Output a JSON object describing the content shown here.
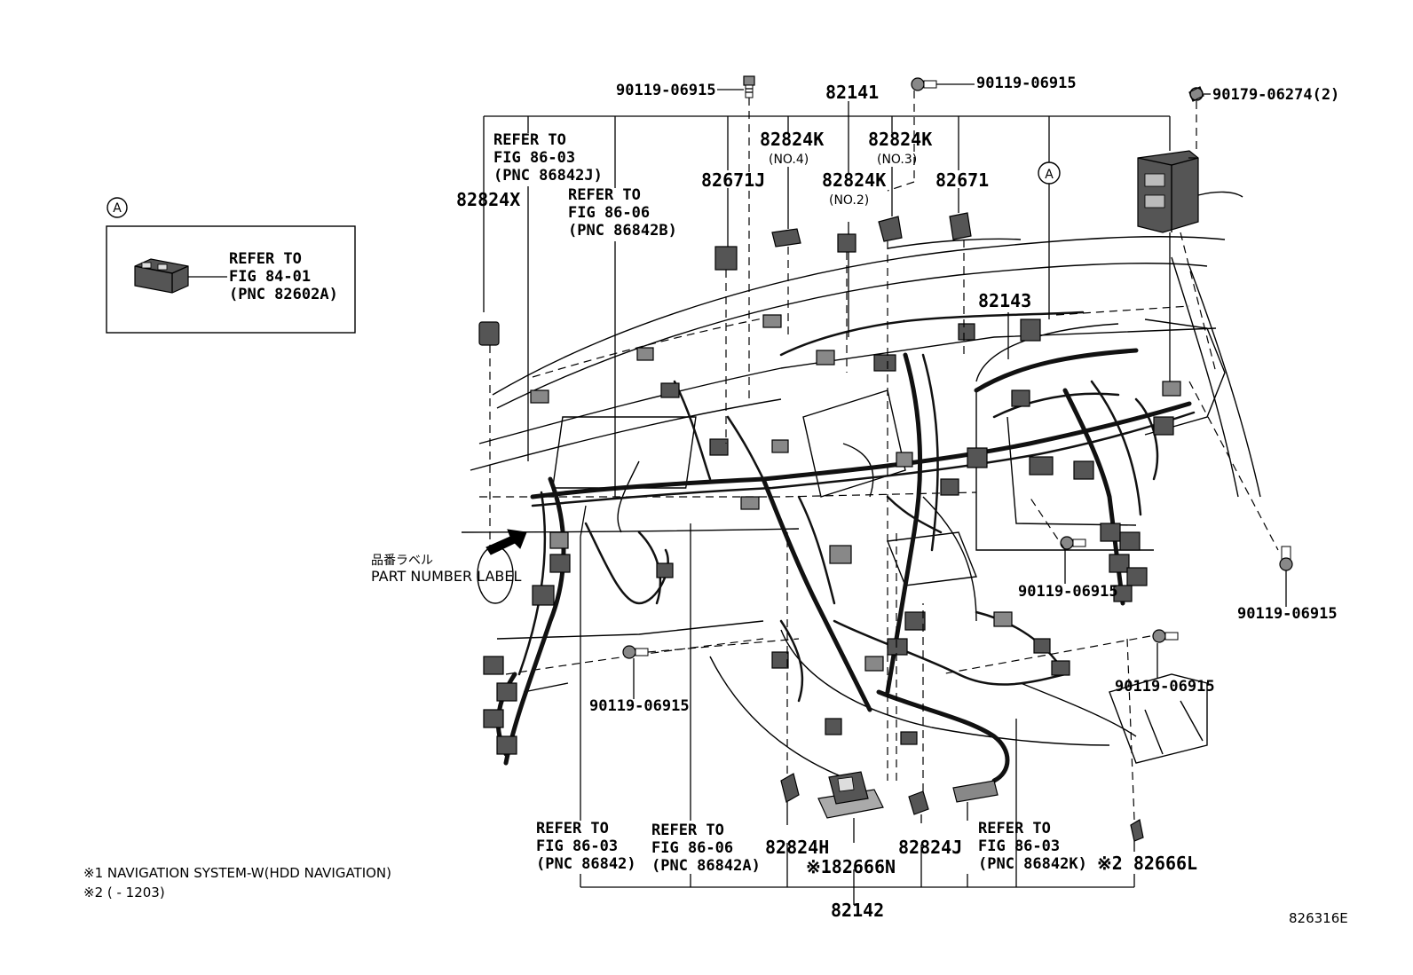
{
  "labels": {
    "bolt_top_left": "90119-06915",
    "main_82141": "82141",
    "bolt_top_mid": "90119-06915",
    "clip_top_right": "90179-06274(2)",
    "refer_j_line1": "REFER TO",
    "refer_j_line2": "FIG 86-03",
    "refer_j_line3": "(PNC 86842J)",
    "part_82824x": "82824X",
    "refer_b_line1": "REFER TO",
    "refer_b_line2": "FIG 86-06",
    "refer_b_line3": "(PNC 86842B)",
    "part_82824k_no4": "82824K",
    "note_no4": "(NO.4)",
    "part_82824k_no3": "82824K",
    "note_no3": "(NO.3)",
    "part_82671j": "82671J",
    "part_82824k_no2": "82824K",
    "note_no2": "(NO.2)",
    "part_82671": "82671",
    "marker_a_top": "A",
    "part_82143": "82143",
    "bolt_mid_right": "90119-06915",
    "bolt_far_right": "90119-06915",
    "bolt_lower_right": "90119-06915",
    "bolt_lower_left": "90119-06915",
    "pn_label_jp": "品番ラベル",
    "pn_label_en": "PART NUMBER LABEL",
    "refer_86842_line1": "REFER TO",
    "refer_86842_line2": "FIG 86-03",
    "refer_86842_line3": "(PNC 86842)",
    "refer_86842a_line1": "REFER TO",
    "refer_86842a_line2": "FIG 86-06",
    "refer_86842a_line3": "(PNC 86842A)",
    "part_82824h": "82824H",
    "part_82666n": "※182666N",
    "part_82824j": "82824J",
    "refer_86842k_line1": "REFER TO",
    "refer_86842k_line2": "FIG 86-03",
    "refer_86842k_line3": "(PNC 86842K)",
    "part_82666l": "※2 82666L",
    "main_82142": "82142",
    "diagram_code": "826316E"
  },
  "inset": {
    "marker": "A",
    "line1": "REFER TO",
    "line2": "FIG 84-01",
    "line3": "(PNC 82602A)"
  },
  "footnotes": {
    "note1": "※1 NAVIGATION SYSTEM-W(HDD NAVIGATION)",
    "note2": "※2 (     - 1203)"
  }
}
